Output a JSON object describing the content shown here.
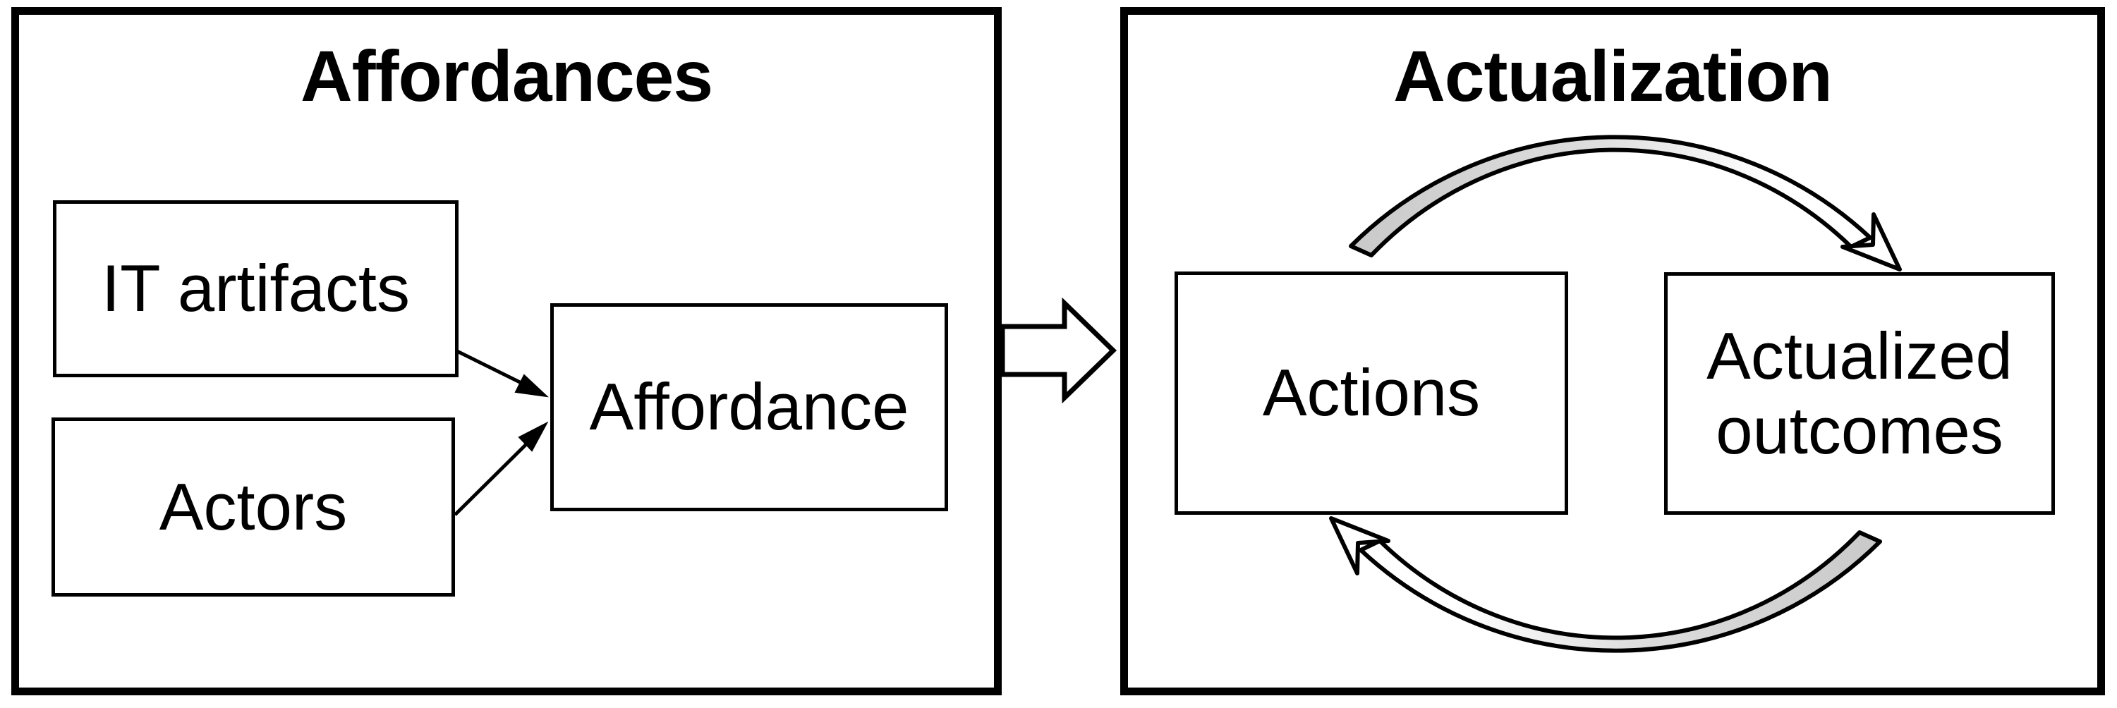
{
  "diagram": {
    "panels": [
      {
        "title": "Affordances",
        "boxes": [
          {
            "label": "IT artifacts"
          },
          {
            "label": "Actors"
          },
          {
            "label": "Affordance"
          }
        ]
      },
      {
        "title": "Actualization",
        "boxes": [
          {
            "label": "Actions"
          },
          {
            "label": "Actualized outcomes",
            "lines": [
              "Actualized",
              "outcomes"
            ]
          }
        ]
      }
    ],
    "connectors": {
      "left_panel_arrows": [
        "it-artifacts-to-affordance",
        "actors-to-affordance"
      ],
      "between_panels_arrow": "affordances-to-actualization",
      "cycle_arrows": [
        "actions-to-actualized-outcomes",
        "actualized-outcomes-to-actions"
      ]
    },
    "colors": {
      "border": "#000000",
      "fill": "#ffffff",
      "arrow_tail_gray": "#c9c9c9"
    }
  }
}
